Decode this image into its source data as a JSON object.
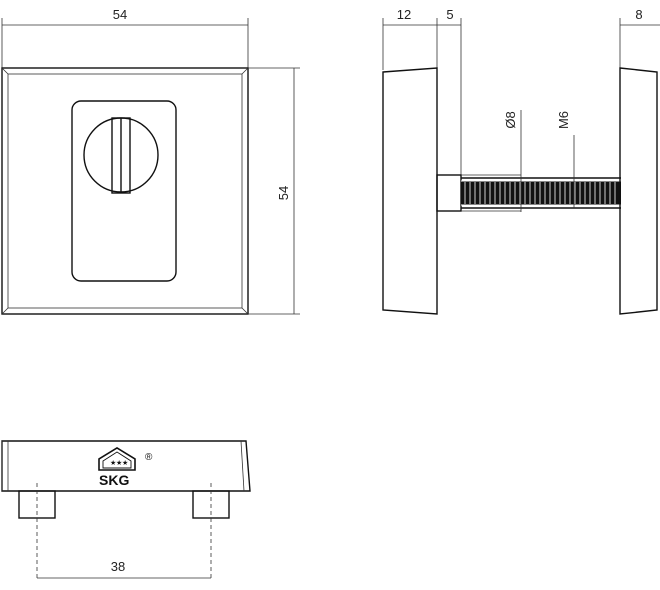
{
  "front_view": {
    "width_label": "54",
    "height_label": "54"
  },
  "side_view": {
    "rose_thickness_label": "12",
    "gap_label": "5",
    "right_thickness_label": "8",
    "shaft_diameter_label": "Ø8",
    "thread_label": "M6"
  },
  "bottom_view": {
    "pin_spacing_label": "38",
    "logo_text": "SKG",
    "registered_mark": "®"
  }
}
